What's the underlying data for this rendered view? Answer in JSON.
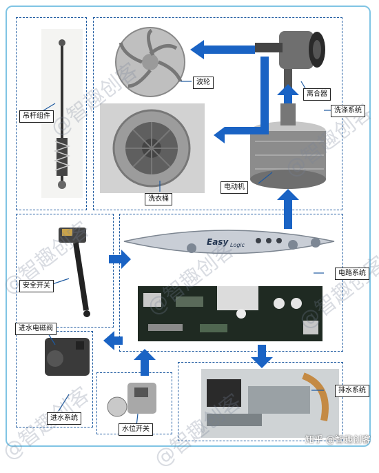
{
  "labels": {
    "suspension": "吊杆组件",
    "pulsator": "波轮",
    "clutch": "离合器",
    "washing_system": "洗涤系统",
    "drum": "洗衣桶",
    "motor": "电动机",
    "safety_switch": "安全开关",
    "circuit_system": "电路系统",
    "inlet_valve": "进水电磁阀",
    "inlet_system": "进水系统",
    "level_switch": "水位开关",
    "drain_system": "排水系统"
  },
  "panel_text": {
    "brand": "Easy",
    "brand_sub": "Logic"
  },
  "watermark": "@智趣创客",
  "credit": "知乎 @智趣创客",
  "colors": {
    "arrow": "#1a63c4",
    "dashed": "#1e5aa0",
    "frame": "#7fc4e4"
  }
}
